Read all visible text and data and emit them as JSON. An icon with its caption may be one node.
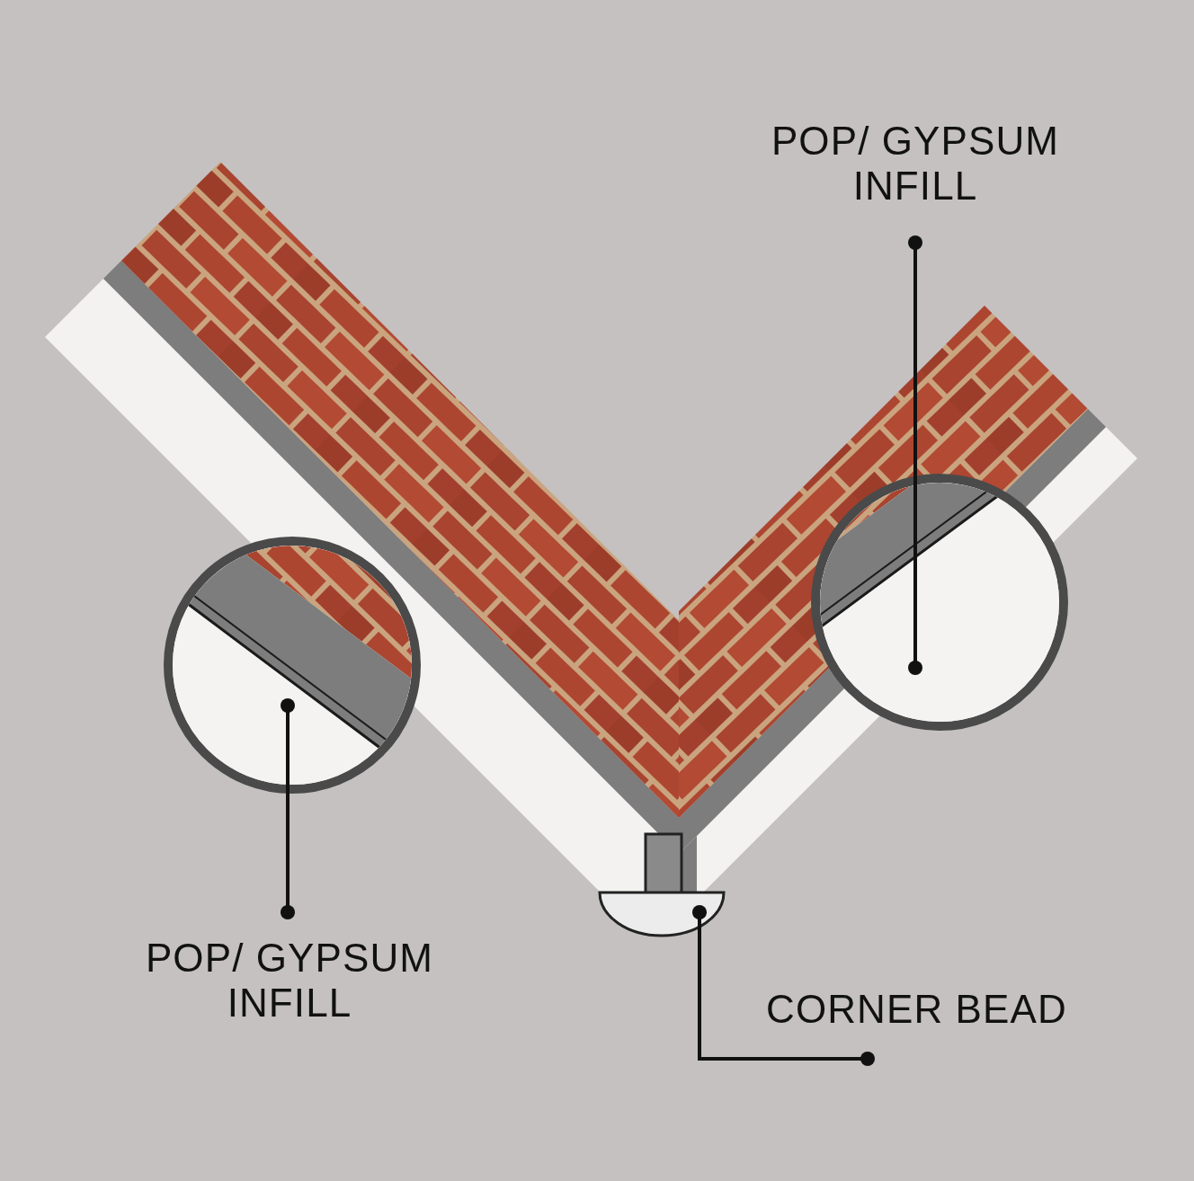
{
  "diagram": {
    "nodes": [
      {
        "text": [
          "POP/ GYPSUM INFILL"
        ]
      },
      {
        "text": [],
        "shape": "circle"
      },
      {
        "text": [
          "POP/ GYPSUM INFILL"
        ]
      },
      {
        "text": [],
        "shape": "circle"
      },
      {
        "text": [
          "CORNER BEAD"
        ]
      },
      {
        "text": [],
        "shape": "box"
      }
    ],
    "edges": [
      {
        "from": 0,
        "to": 3,
        "arrow": "other"
      },
      {
        "from": 2,
        "to": 1,
        "arrow": "other"
      },
      {
        "from": 4,
        "to": 5,
        "arrow": "other"
      }
    ]
  }
}
